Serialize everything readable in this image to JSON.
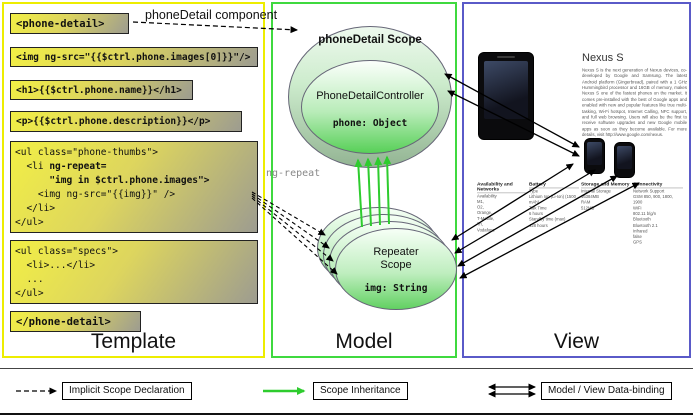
{
  "top_label": "phoneDetail component",
  "template": {
    "title": "Template",
    "box_open": "<phone-detail>",
    "box_img": "<img ng-src=\"{{$ctrl.phone.images[0]}}\"/>",
    "box_h1": "<h1>{{$ctrl.phone.name}}</h1>",
    "box_p": "<p>{{$ctrl.phone.description}}</p>",
    "thumbs": {
      "l1": "<ul class=\"phone-thumbs\">",
      "l2a": "  <li ",
      "l2b": "ng-repeat=",
      "l3": "      \"img in $ctrl.phone.images\">",
      "l4": "    <img ng-src=\"{{img}}\" />",
      "l5": "  </li>",
      "l6": "</ul>"
    },
    "specs": {
      "l1": "<ul class=\"specs\">",
      "l2": "  <li>...</li>",
      "l3": "  ...",
      "l4": "</ul>"
    },
    "box_close": "</phone-detail>"
  },
  "model": {
    "title": "Model",
    "scope_title": "phoneDetail Scope",
    "controller_title": "PhoneDetailController",
    "controller_prop": "phone: Object",
    "ng_repeat_label": "ng-repeat",
    "repeater_line1": "Repeater",
    "repeater_line2": "Scope",
    "repeater_prop": "img: String"
  },
  "view": {
    "title": "View",
    "product_name": "Nexus S",
    "description": "Nexus S is the next generation of Nexus devices, co-developed by Google and Samsung. The latest Android platform (Gingerbread), paired with a 1 GHz Hummingbird processor and 16GB of memory, makes Nexus S one of the fastest phones on the market. It comes pre-installed with the best of Google apps and enabled with new and popular features like true multi-tasking, Wi-Fi hotspot, Internet Calling, NFC support, and full web browsing. Users will also be the first to receive software upgrades and new Google mobile apps as soon as they become available. For more details, visit http://www.google.com/nexus.",
    "spec_columns": [
      {
        "header": "Availability and Networks",
        "body": "Availability\nM1,\nO2,\nOrange,\nT-Mobile,\nTri,\nVodafone"
      },
      {
        "header": "Battery",
        "body": "Type\nLithium Ion (Li-Ion) (1500 mAh)\nTalk Time\n6 hours\nStandby time (max)\n428 hours"
      },
      {
        "header": "Storage and Memory",
        "body": "Internal Storage\n16384MB\nRAM\n512MB"
      },
      {
        "header": "Connectivity",
        "body": "Network Support\nGSM 850, 900, 1800, 1900\nWiFi\n802.11 b/g/n\nBluetooth\nBluetooth 2.1\nInfrared\nfalse\nGPS\ntrue"
      }
    ]
  },
  "legend": {
    "implicit": "Implicit Scope Declaration",
    "inheritance": "Scope Inheritance",
    "databinding": "Model / View Data-binding"
  },
  "colors": {
    "template_border": "#eded00",
    "model_border": "#3fd93f",
    "view_border": "#5a5ac8",
    "green_arrow": "#2ecc2e"
  }
}
